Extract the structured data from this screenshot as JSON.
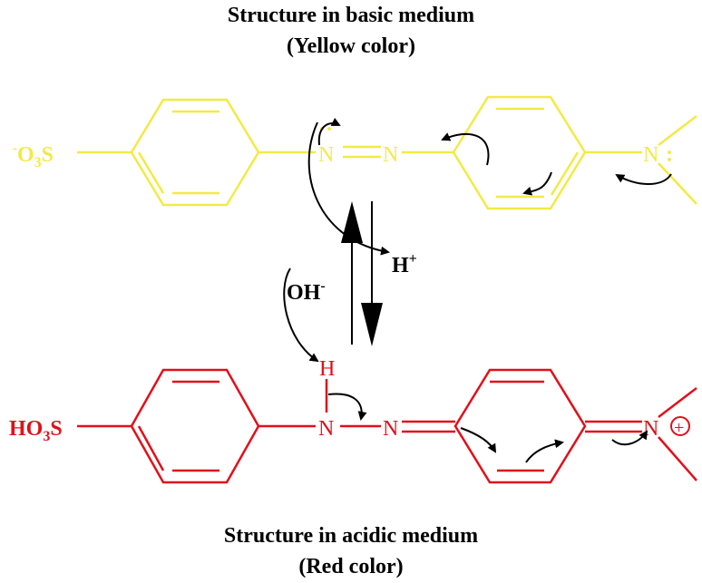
{
  "top_caption": {
    "line1": "Structure in basic medium",
    "line2": "(Yellow color)"
  },
  "bottom_caption": {
    "line1": "Structure in acidic medium",
    "line2": "(Red color)"
  },
  "colors": {
    "basic": "#f2ea46",
    "acidic": "#e0101a",
    "arrows": "#000000"
  },
  "basic_structure": {
    "sulfonate": {
      "sup": "-",
      "o": "O",
      "sub": "3",
      "s": "S"
    },
    "azo_n1": "N",
    "azo_n2": "N",
    "amine_n": "N",
    "lone_pair_mark": "··"
  },
  "acidic_structure": {
    "sulfonic": {
      "ho": "HO",
      "sub": "3",
      "s": "S"
    },
    "h": "H",
    "n1": "N",
    "n2": "N",
    "iminium_n": "N",
    "charge": "+"
  },
  "equilibrium": {
    "proton": {
      "base": "H",
      "sup": "+"
    },
    "hydroxide": {
      "base": "OH",
      "sup": "-"
    }
  }
}
